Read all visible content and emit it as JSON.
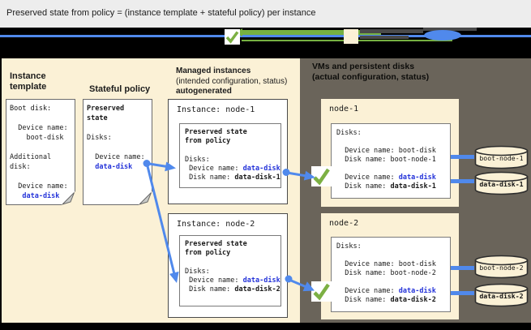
{
  "title": "Preserved state from policy = (instance template + stateful policy) per instance",
  "colors": {
    "beige": "#fbf1d6",
    "panel_gray": "#6a645a",
    "arrow_blue": "#5089ec",
    "emphasis_blue": "#2433d9",
    "check_green": "#7cb043"
  },
  "instance_template": {
    "heading": "Instance\ntemplate",
    "doc": {
      "body": "Boot disk:\n\n  Device name:\n    boot-disk\n\nAdditional\ndisk:\n\n  Device name:",
      "value": "   data-disk"
    }
  },
  "stateful_policy": {
    "heading": "Stateful policy",
    "doc": {
      "title": "Preserved\nstate",
      "body": "\nDisks:\n\n  Device name:",
      "value": "  data-disk"
    }
  },
  "managed_instances": {
    "heading_bold": "Managed instances",
    "heading_sub": "(intended configuration, status)",
    "heading_bold2": "autogenerated",
    "node1": {
      "title": "Instance: node-1",
      "preserved_title": "Preserved state\nfrom policy",
      "body": "\nDisks:",
      "device_label": " Device name: ",
      "device_value": "data-disk",
      "disk_label": " Disk name: ",
      "disk_value": "data-disk-1"
    },
    "node2": {
      "title": "Instance: node-2",
      "preserved_title": "Preserved state\nfrom policy",
      "body": "\nDisks:",
      "device_label": " Device name: ",
      "device_value": "data-disk",
      "disk_label": " Disk name: ",
      "disk_value": "data-disk-2"
    }
  },
  "vms": {
    "heading_bold": "VMs and persistent disks",
    "heading_sub": "(actual configuration, status)",
    "node1": {
      "title": "node-1",
      "body": "Disks:\n\n  Device name: boot-disk\n  Disk name: boot-node-1",
      "device_label": "  Device name: ",
      "device_value": "data-disk",
      "disk_label": "  Disk name: ",
      "disk_value": "data-disk-1",
      "cylinders": [
        "boot-node-1",
        "data-disk-1"
      ]
    },
    "node2": {
      "title": "node-2",
      "body": "Disks:\n\n  Device name: boot-disk\n  Disk name: boot-node-2",
      "device_label": "  Device name: ",
      "device_value": "data-disk",
      "disk_label": "  Disk name: ",
      "disk_value": "data-disk-2",
      "cylinders": [
        "boot-node-2",
        "data-disk-2"
      ]
    }
  },
  "legend_icons": [
    "checkmark-icon",
    "green-arrow-bar",
    "template-swatch",
    "vm-bar",
    "disk-icon",
    "blue-reference-line"
  ]
}
